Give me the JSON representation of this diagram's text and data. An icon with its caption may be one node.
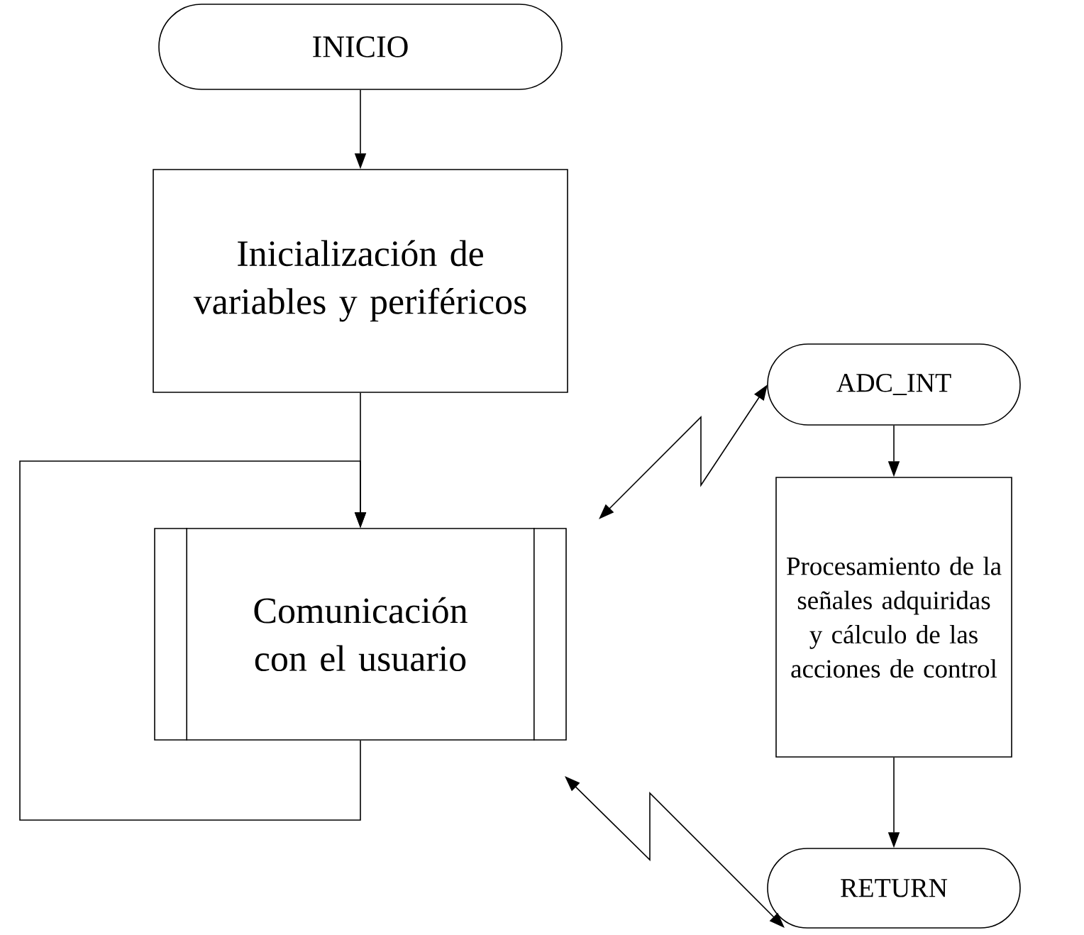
{
  "diagram": {
    "nodes": [
      {
        "text": [
          "INICIO"
        ]
      },
      {
        "text": [
          "Inicialización de variables y periféricos"
        ]
      },
      {
        "text": [
          "Comunicación con el usuario"
        ]
      },
      {
        "text": [
          "ADC_INT"
        ]
      },
      {
        "text": [
          "Procesamiento de la señales adquiridas y cálculo de las acciones de control"
        ]
      },
      {
        "text": [
          "RETURN"
        ]
      }
    ],
    "edges": [
      {
        "from": 0,
        "to": 1,
        "arrow": "to"
      },
      {
        "from": 1,
        "to": 2,
        "arrow": "to"
      },
      {
        "from": 2,
        "to": 2,
        "arrow": "to"
      },
      {
        "from": 2,
        "to": 3,
        "arrow": "both"
      },
      {
        "from": 3,
        "to": 4,
        "arrow": "to"
      },
      {
        "from": 4,
        "to": 5,
        "arrow": "to"
      },
      {
        "from": 2,
        "to": 5,
        "arrow": "both"
      }
    ]
  }
}
